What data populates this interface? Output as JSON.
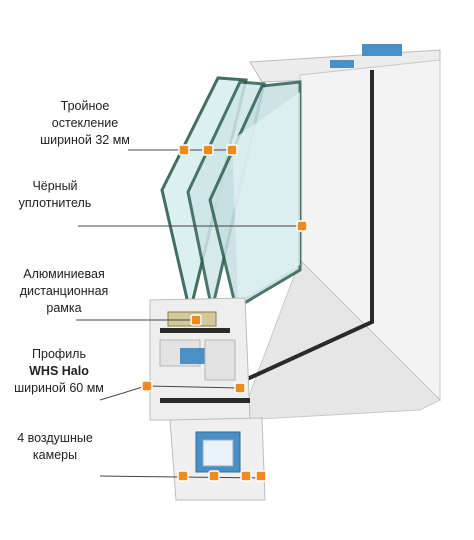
{
  "labels": {
    "triple_glazing": {
      "line1": "Тройное",
      "line2": "остекление",
      "line3": "шириной 32 мм"
    },
    "black_seal": {
      "line1": "Чёрный",
      "line2": "уплотнитель"
    },
    "spacer_frame": {
      "line1": "Алюминиевая",
      "line2": "дистанционная",
      "line3": "рамка"
    },
    "profile": {
      "line1": "Профиль",
      "line2": "WHS Halo",
      "line3": "шириной 60 мм"
    },
    "air_chambers": {
      "line1": "4 воздушные",
      "line2": "камеры"
    }
  },
  "colors": {
    "marker": "#f08a1c",
    "leader": "#444444",
    "glass": "#cfe6e8",
    "glass_edge": "#2f5f52",
    "profile": "#f2f2f2",
    "profile_shade": "#d9d9d9",
    "seal": "#2a2a2a",
    "reinforcement": "#4a90c8"
  }
}
